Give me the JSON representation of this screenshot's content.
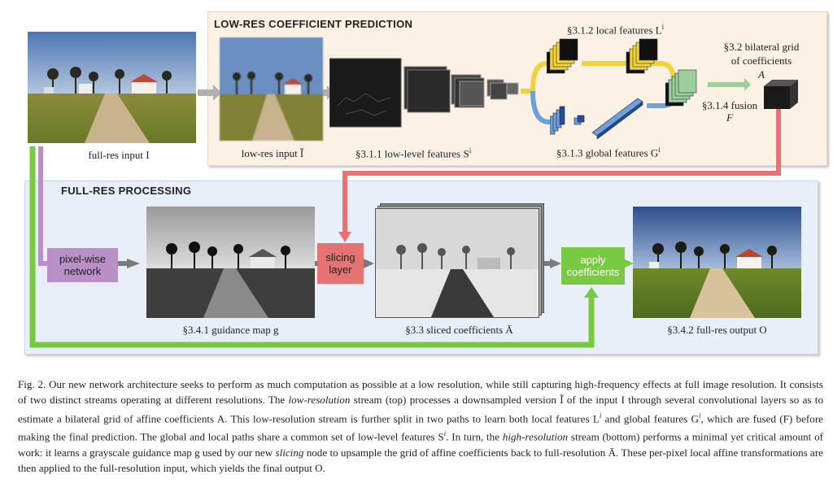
{
  "panels": {
    "top_title": "LOW-RES COEFFICIENT PREDICTION",
    "bottom_title": "FULL-RES PROCESSING"
  },
  "labels": {
    "full_res_input": "full-res input  I",
    "low_res_input": "low-res input  Ĩ",
    "low_level_features": "§3.1.1 low-level features S",
    "low_level_sup": "i",
    "local_features": "§3.1.2 local features L",
    "local_sup": "i",
    "global_features": "§3.1.3 global features G",
    "global_sup": "i",
    "bilateral_grid_line1": "§3.2 bilateral grid",
    "bilateral_grid_line2": "of coefficients",
    "bilateral_grid_line3": "A",
    "fusion_line1": "§3.1.4 fusion",
    "fusion_line2": "F",
    "guidance_map": "§3.4.1 guidance map g",
    "sliced_coefficients": "§3.3 sliced coefficients Ā",
    "full_res_output": "§3.4.2 full-res output O"
  },
  "boxes": {
    "pixelwise_line1": "pixel-wise",
    "pixelwise_line2": "network",
    "slicing_line1": "slicing",
    "slicing_line2": "layer",
    "apply_line1": "apply",
    "apply_line2": "coefficients"
  },
  "caption": {
    "part1": "Fig. 2.  Our new network architecture seeks to perform as much computation as possible at a low resolution, while still capturing high-frequency effects at full image resolution. It consists of two distinct streams operating at different resolutions. The ",
    "em1": "low-resolution",
    "part2": " stream (top) processes a downsampled version Ĩ of the input I through several convolutional layers so as to estimate a bilateral grid of affine coefficients A. This low-resolution stream is further split in two paths to learn both local features L",
    "sup1": "i",
    "part3": " and global features G",
    "sup2": "i",
    "part4": ", which are fused (F) before making the final prediction. The global and local paths share a common set of low-level features S",
    "sup3": "i",
    "part5": ". In turn, the ",
    "em2": "high-resolution",
    "part6": " stream (bottom) performs a minimal yet critical amount of work: it learns a grayscale guidance map g used by our new ",
    "em3": "slicing",
    "part7": " node to upsample the grid of affine coefficients back to full-resolution Ā. These per-pixel local affine transformations are then applied to the full-resolution input, which yields the final output O."
  },
  "colors": {
    "top_panel": "#fbf1e4",
    "bottom_panel": "#e8eff9",
    "pixelwise_box": "#b88fc6",
    "slicing_box": "#e57373",
    "apply_box": "#7ac943",
    "local_path": "#f2d23a",
    "global_path": "#6fa0d8",
    "fusion_path": "#9ccf9a",
    "grid_arrow": "#e57373",
    "green_arrow": "#7ac943",
    "gray_arrow": "#aaaaaa"
  }
}
